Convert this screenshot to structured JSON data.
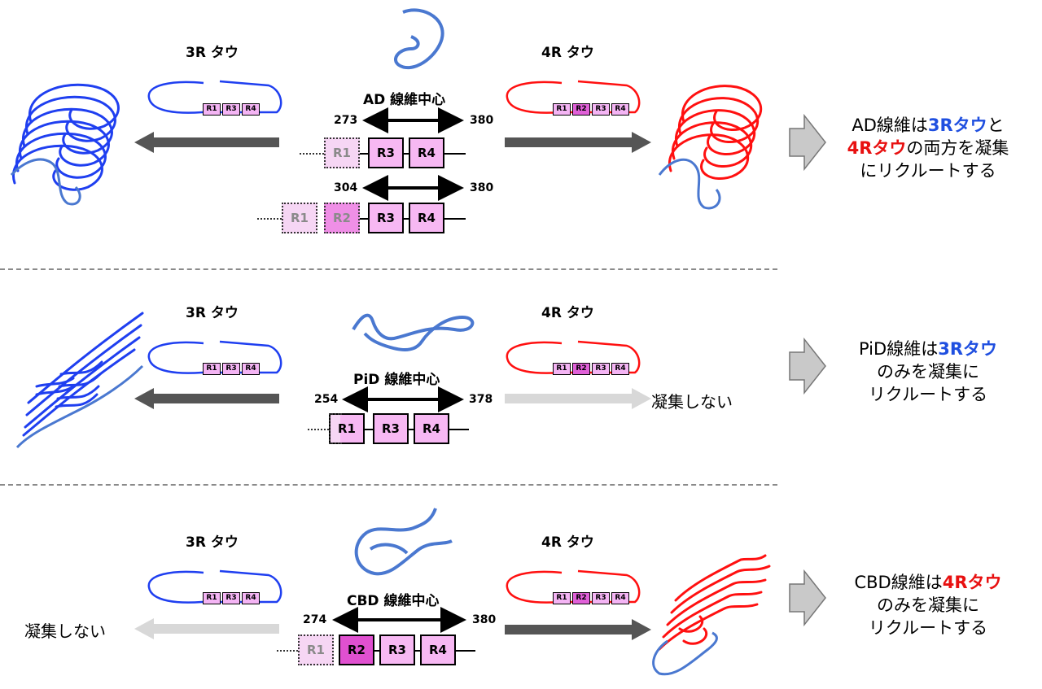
{
  "colors": {
    "blue_tau": "#1f3ff0",
    "red_tau": "#ff1010",
    "core_fibril": "#4a78d0",
    "arrow_dark": "#555555",
    "arrow_light": "#d8d8d8",
    "r_light": "#f7b8f3",
    "r_dark": "#e050d0"
  },
  "panels": {
    "ad": {
      "label_3r": "3R タウ",
      "label_4r": "4R タウ",
      "core_label": "AD 線維中心",
      "mini_3r": [
        "R1",
        "R3",
        "R4"
      ],
      "mini_4r": [
        "R1",
        "R2",
        "R3",
        "R4"
      ],
      "range1": {
        "start": "273",
        "end": "380"
      },
      "range2": {
        "start": "304",
        "end": "380"
      },
      "row1": [
        "R1",
        "R3",
        "R4"
      ],
      "row2": [
        "R1",
        "R2",
        "R3",
        "R4"
      ],
      "conclusion": {
        "prefix": "AD線維は",
        "blue": "3Rタウ",
        "mid": "と",
        "red": "4Rタウ",
        "suffix": "の両方を凝集",
        "line3": "にリクルートする"
      }
    },
    "pid": {
      "label_3r": "3R タウ",
      "label_4r": "4R タウ",
      "core_label": "PiD 線維中心",
      "mini_3r": [
        "R1",
        "R3",
        "R4"
      ],
      "mini_4r": [
        "R1",
        "R2",
        "R3",
        "R4"
      ],
      "range": {
        "start": "254",
        "end": "378"
      },
      "row": [
        "R1",
        "R3",
        "R4"
      ],
      "no_aggregate": "凝集しない",
      "conclusion": {
        "prefix": "PiD線維は",
        "blue": "3Rタウ",
        "line2": "のみを凝集に",
        "line3": "リクルートする"
      }
    },
    "cbd": {
      "label_3r": "3R タウ",
      "label_4r": "4R タウ",
      "core_label": "CBD 線維中心",
      "mini_3r": [
        "R1",
        "R3",
        "R4"
      ],
      "mini_4r": [
        "R1",
        "R2",
        "R3",
        "R4"
      ],
      "range": {
        "start": "274",
        "end": "380"
      },
      "row": [
        "R1",
        "R2",
        "R3",
        "R4"
      ],
      "no_aggregate": "凝集しない",
      "conclusion": {
        "prefix": "CBD線維は",
        "red": "4Rタウ",
        "line2": "のみを凝集に",
        "line3": "リクルートする"
      }
    }
  }
}
